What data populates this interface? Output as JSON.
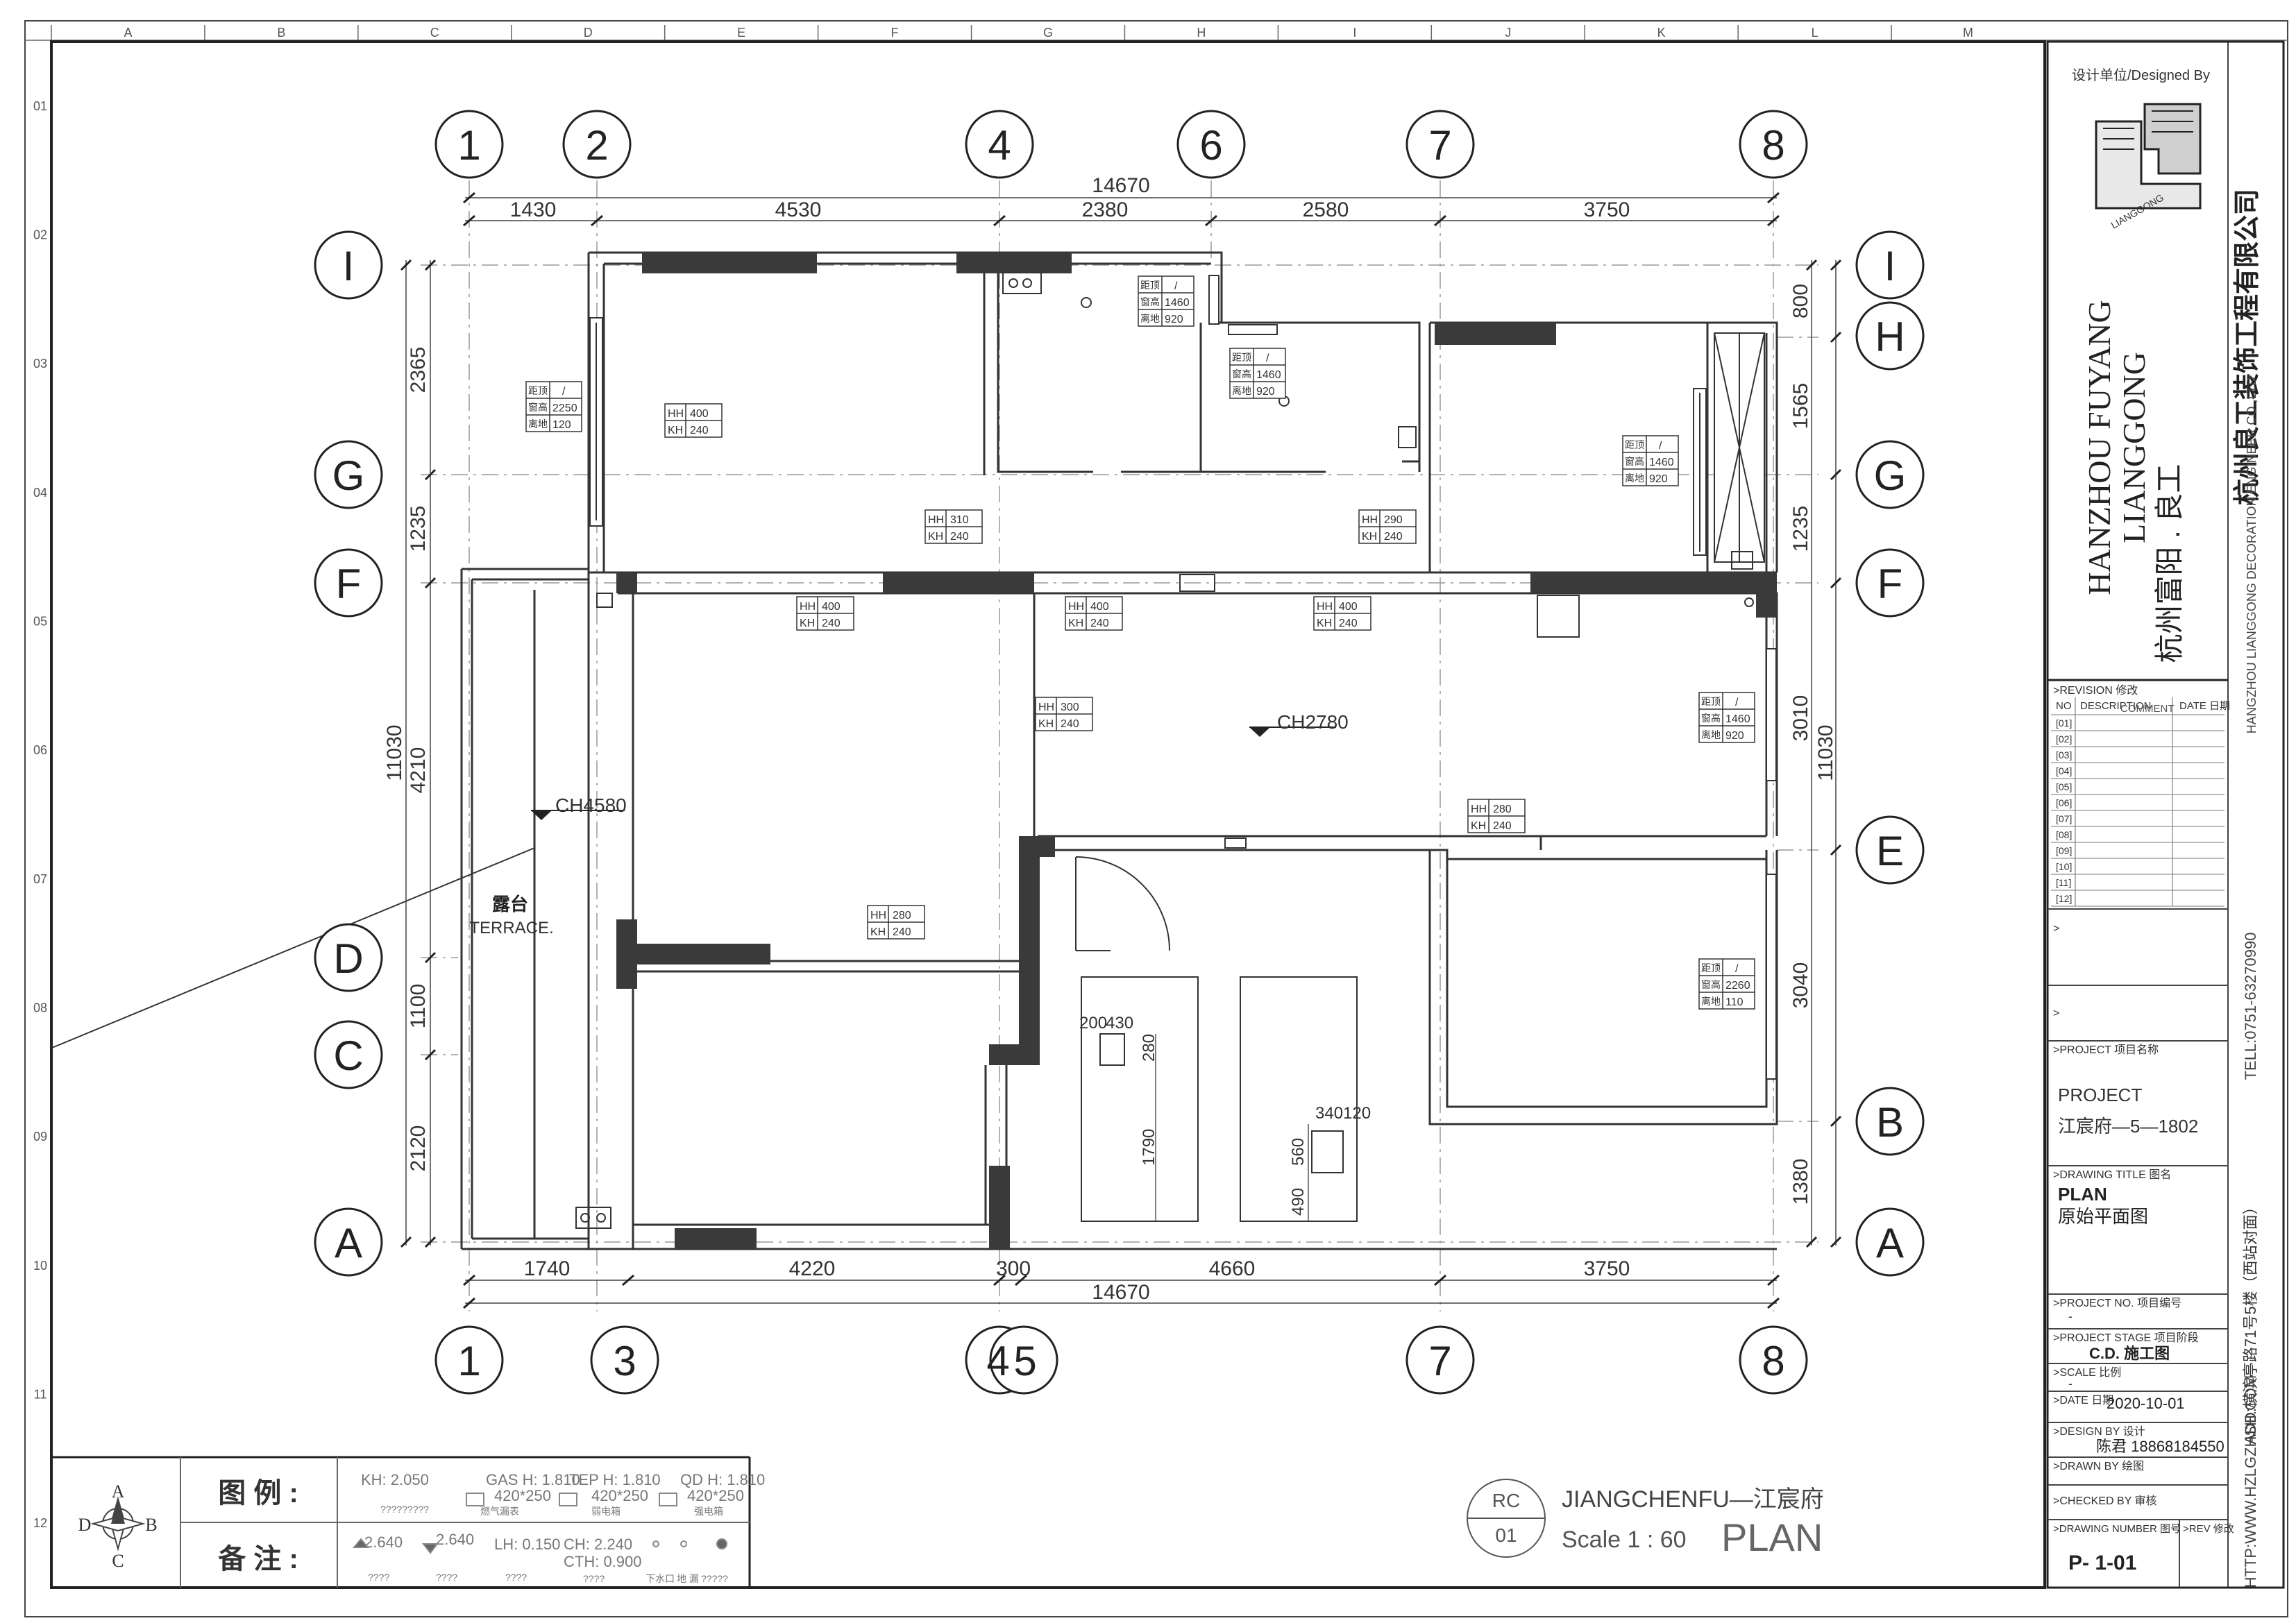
{
  "border": {
    "col_letters": [
      "A",
      "B",
      "C",
      "D",
      "E",
      "F",
      "G",
      "H",
      "I",
      "J",
      "K",
      "L",
      "M"
    ],
    "row_numbers": [
      "01",
      "02",
      "03",
      "04",
      "05",
      "06",
      "07",
      "08",
      "09",
      "10",
      "11",
      "12"
    ]
  },
  "axes_top": [
    "1",
    "2",
    "4",
    "6",
    "7",
    "8"
  ],
  "axes_bottom": [
    "1",
    "3",
    "4",
    "5",
    "7",
    "8"
  ],
  "axes_left": [
    "I",
    "G",
    "F",
    "D",
    "C",
    "A"
  ],
  "axes_right": [
    "I",
    "H",
    "G",
    "F",
    "E",
    "B",
    "A"
  ],
  "dims_top": {
    "total": "14670",
    "parts": [
      "1430",
      "4530",
      "2380",
      "2580",
      "3750"
    ]
  },
  "dims_bottom": {
    "total": "14670",
    "parts": [
      "1740",
      "4220",
      "300",
      "4660",
      "3750"
    ]
  },
  "dims_left": {
    "total": "11030",
    "parts": [
      "2365",
      "1235",
      "4210",
      "1100",
      "2120"
    ]
  },
  "dims_right": {
    "total": "11030",
    "parts": [
      "800",
      "1565",
      "1235",
      "3010",
      "3040",
      "1380"
    ]
  },
  "tags": {
    "hh400": {
      "a": "HH",
      "av": "400",
      "b": "KH",
      "bv": "240"
    },
    "hh310": {
      "a": "HH",
      "av": "310",
      "b": "KH",
      "bv": "240"
    },
    "hh290": {
      "a": "HH",
      "av": "290",
      "b": "KH",
      "bv": "240"
    },
    "hh300": {
      "a": "HH",
      "av": "300",
      "b": "KH",
      "bv": "240"
    },
    "hh280": {
      "a": "HH",
      "av": "280",
      "b": "KH",
      "bv": "240"
    },
    "win_a": {
      "r1a": "距顶",
      "r1v": "/",
      "r2a": "窗高",
      "r2v": "2250",
      "r3a": "离地",
      "r3v": "120"
    },
    "win_b": {
      "r1a": "距顶",
      "r1v": "/",
      "r2a": "窗高",
      "r2v": "1460",
      "r3a": "离地",
      "r3v": "920"
    },
    "win_c": {
      "r1a": "距顶",
      "r1v": "/",
      "r2a": "窗高",
      "r2v": "2260",
      "r3a": "离地",
      "r3v": "110"
    }
  },
  "ceilings": {
    "main": "CH2780",
    "terrace": "CH4580"
  },
  "terrace": {
    "cn": "露台",
    "en": "TERRACE."
  },
  "island_dims": {
    "a": "200",
    "b": "430",
    "c": "280",
    "d": "1790",
    "e": "340",
    "f": "120",
    "g": "560",
    "h": "490"
  },
  "legend": {
    "compass": {
      "n": "A",
      "s": "C",
      "w": "D",
      "e": "B"
    },
    "label_legend": "图 例 :",
    "label_notes": "备 注 :",
    "kh": "KH: 2.050",
    "kh_sub": "?????????",
    "gas": "GAS H: 1.810",
    "gas_size": "420*250",
    "gas_sub": "燃气漏表",
    "tep": "TEP H: 1.810",
    "tep_size": "420*250",
    "tep_sub": "弱电箱",
    "qd": "QD H: 1.810",
    "qd_size": "420*250",
    "qd_sub": "强电箱",
    "lv1": "2.640",
    "lv2": "2.640",
    "lh": "LH: 0.150",
    "ch": "CH:  2.240",
    "cth": "CTH: 0.900",
    "q1": "????",
    "q2": "????",
    "q3": "????",
    "q4": "????",
    "drain": "下水口",
    "floor_drain": "地 漏",
    "q5": "?????"
  },
  "plan_title": {
    "rc": "RC",
    "num": "01",
    "name": "JIANGCHENFU—江宸府",
    "scale": "Scale  1 : 60",
    "plan": "PLAN"
  },
  "title_block": {
    "designed_by": "设计单位/Designed  By",
    "logo_text": "LIANGGONG",
    "company_cn": "杭州良工装饰工程有限公司",
    "brand_en1": "HANZHOU  FUYANG",
    "brand_en2": "LIANGGONG",
    "brand_cn": "杭州富阳 . 良工",
    "company_en": "HANGZHOU LIANGGONG DECORATION ENGINEER CO.,LTD",
    "tel": "TELL:0751-63270990",
    "addr": "ADD:横滨亭路71号5楼（西站对面）",
    "web": "HTTP:WWW.HZLGZHSH.COM",
    "revision_label": ">REVISION  修改",
    "rev_no": "NO",
    "rev_desc": "DESCRIPTION",
    "rev_remark": "COMMENT",
    "rev_date": "DATE  日期",
    "rev_rows": [
      "[01]",
      "[02]",
      "[03]",
      "[04]",
      "[05]",
      "[06]",
      "[07]",
      "[08]",
      "[09]",
      "[10]",
      "[11]",
      "[12]"
    ],
    "mark1": ">",
    "mark2": ">",
    "project_label": ">PROJECT  项目名称",
    "project_en": "PROJECT",
    "project_cn": "江宸府—5—1802",
    "drawing_title_label": ">DRAWING TITLE  图名",
    "drawing_en": "PLAN",
    "drawing_cn": "原始平面图",
    "project_no_label": ">PROJECT NO.  项目编号",
    "project_no": "-",
    "stage_label": ">PROJECT STAGE  项目阶段",
    "stage": "C.D. 施工图",
    "scale_label": ">SCALE  比例",
    "scale": "-",
    "date_label": ">DATE  日期",
    "date": "2020-10-01",
    "design_label": ">DESIGN BY  设计",
    "design": "陈君  18868184550",
    "drawn_label": ">DRAWN BY  绘图",
    "checked_label": ">CHECKED BY  审核",
    "drawing_no_label": ">DRAWING NUMBER  图号",
    "rev_label": ">REV  修改",
    "drawing_no": "P- 1-01"
  }
}
